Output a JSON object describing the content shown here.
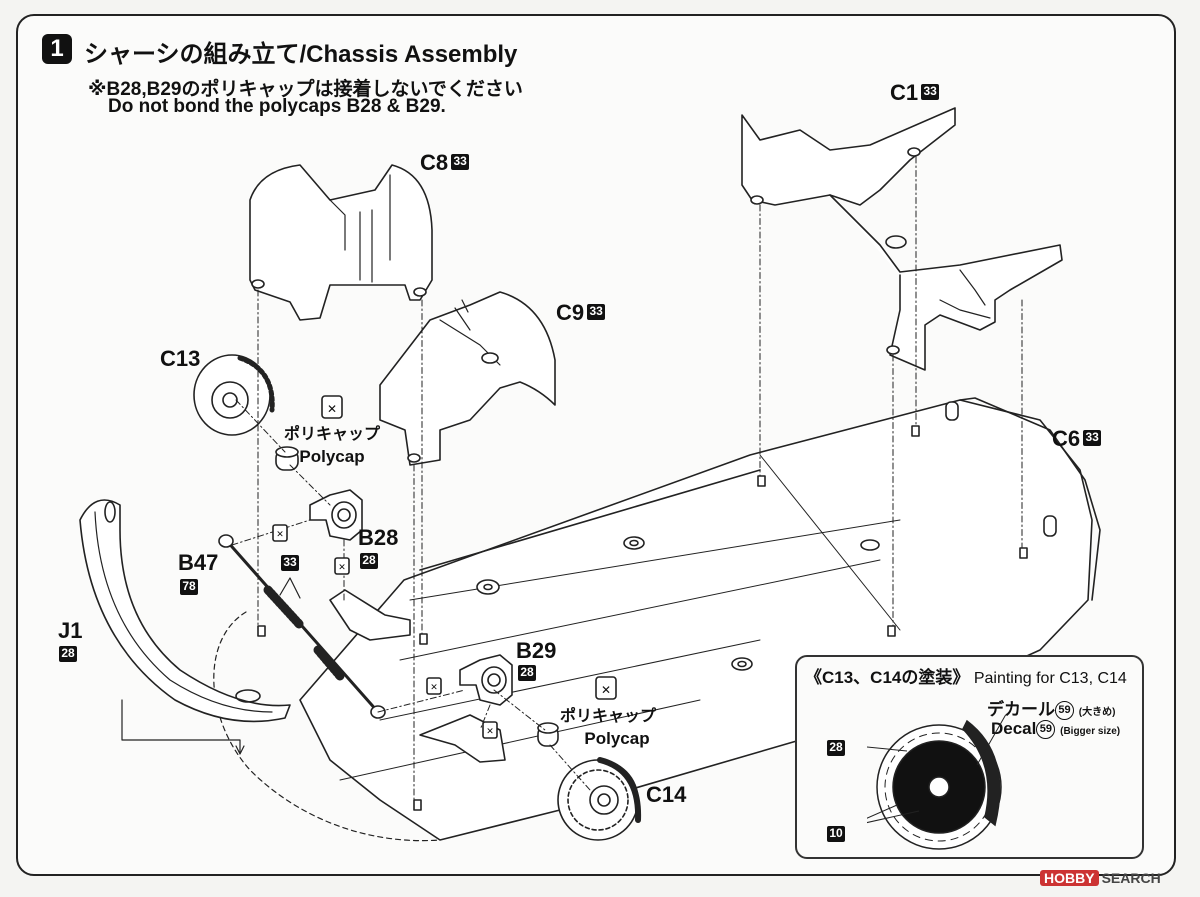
{
  "step": {
    "number": "1",
    "title": "シャーシの組み立て/Chassis Assembly",
    "note_jp": "※B28,B29のポリキャップは接着しないでください",
    "note_en": "Do not bond the polycaps B28 & B29."
  },
  "parts": {
    "c8": {
      "label": "C8",
      "num": "33"
    },
    "c9": {
      "label": "C9",
      "num": "33"
    },
    "c1": {
      "label": "C1",
      "num": "33"
    },
    "c6": {
      "label": "C6",
      "num": "33"
    },
    "c13": {
      "label": "C13"
    },
    "c14": {
      "label": "C14"
    },
    "b28": {
      "label": "B28",
      "num": "28"
    },
    "b29": {
      "label": "B29",
      "num": "28"
    },
    "b47": {
      "label": "B47",
      "num": "78"
    },
    "j1": {
      "label": "J1",
      "num": "28"
    },
    "spring_num": "33"
  },
  "polycap": {
    "jp": "ポリキャップ",
    "en": "Polycap"
  },
  "painting": {
    "title_jp": "《C13、C14の塗装》",
    "title_en": "Painting for C13, C14",
    "decal_jp": "デカール",
    "decal_jp_note": "(大きめ)",
    "decal_en": "Decal",
    "decal_en_note": "(Bigger size)",
    "decal_num": "59",
    "color_outer": "28",
    "color_inner": "10"
  },
  "watermark": {
    "brand": "HOBBY",
    "text": "SEARCH"
  }
}
